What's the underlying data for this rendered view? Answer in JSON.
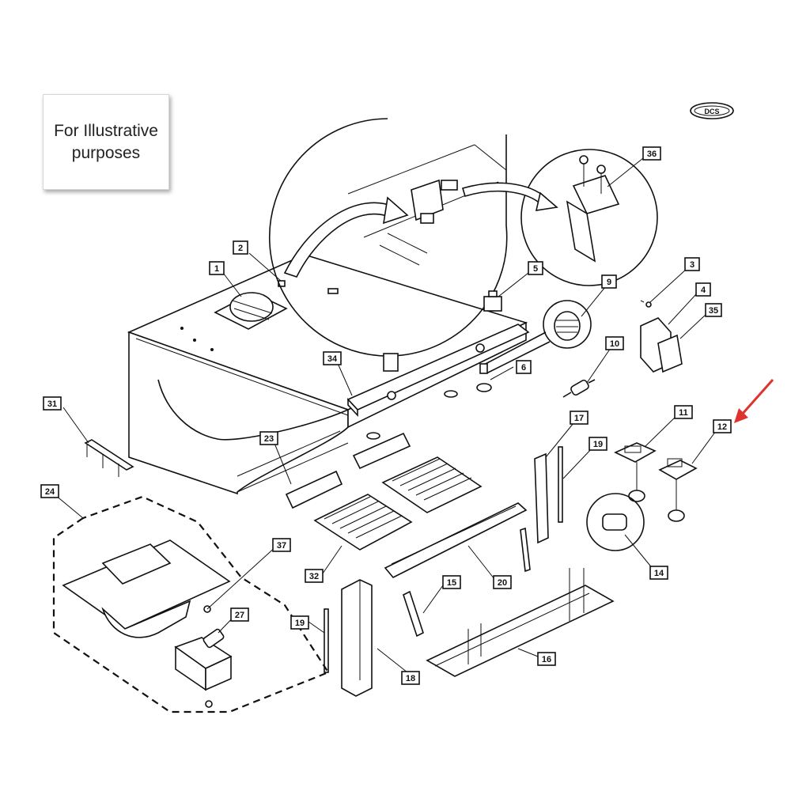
{
  "note": {
    "text": "For Illustrative\npurposes"
  },
  "logo": {
    "text": "DCS"
  },
  "arrow_color": "#e0322e",
  "callouts": {
    "c1": "1",
    "c2": "2",
    "c3": "3",
    "c4": "4",
    "c5": "5",
    "c6": "6",
    "c9": "9",
    "c10": "10",
    "c11": "11",
    "c12": "12",
    "c14": "14",
    "c15": "15",
    "c16": "16",
    "c17": "17",
    "c18": "18",
    "c19a": "19",
    "c19b": "19",
    "c20": "20",
    "c23": "23",
    "c24": "24",
    "c27": "27",
    "c31": "31",
    "c32": "32",
    "c34": "34",
    "c35": "35",
    "c36": "36",
    "c37": "37"
  }
}
